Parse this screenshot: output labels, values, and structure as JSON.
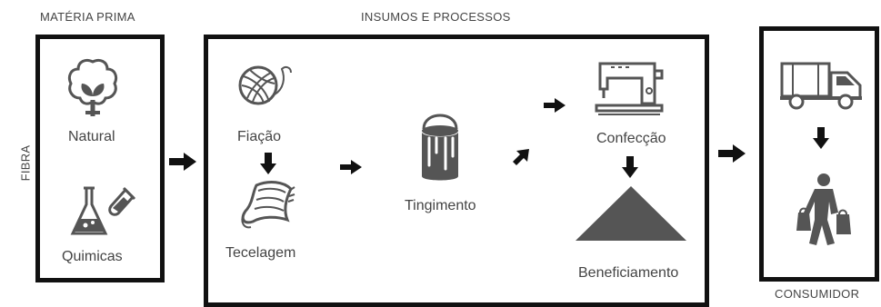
{
  "sections": {
    "materia_prima": "MATÉRIA PRIMA",
    "insumos": "INSUMOS E PROCESSOS",
    "consumidor": "CONSUMIDOR"
  },
  "side_label": "FIBRA",
  "nodes": {
    "natural": "Natural",
    "quimicas": "Quimicas",
    "fiacao": "Fiação",
    "tecelagem": "Tecelagem",
    "tingimento": "Tingimento",
    "confeccao": "Confecção",
    "beneficiamento": "Beneficiamento"
  },
  "colors": {
    "border": "#111111",
    "icon": "#555555",
    "text": "#444444"
  },
  "icons": {
    "natural": "cotton-flower-icon",
    "quimicas": "chemistry-flask-icon",
    "fiacao": "yarn-ball-icon",
    "tecelagem": "fabric-cloth-icon",
    "tingimento": "paint-bucket-icon",
    "confeccao": "sewing-machine-icon",
    "beneficiamento": "triangle-pile-icon",
    "transporte": "delivery-truck-icon",
    "consumidor": "shopper-person-icon"
  }
}
